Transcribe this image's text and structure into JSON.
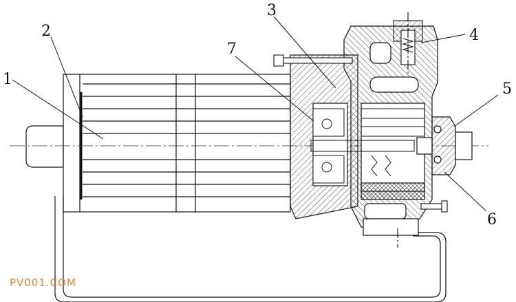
{
  "labels": [
    "1",
    "2",
    "3",
    "4",
    "5",
    "6",
    "7"
  ],
  "watermark": "PV001.COM",
  "colors": {
    "line": "#111111",
    "watermark": "#e0883a",
    "background": "#ffffff"
  }
}
